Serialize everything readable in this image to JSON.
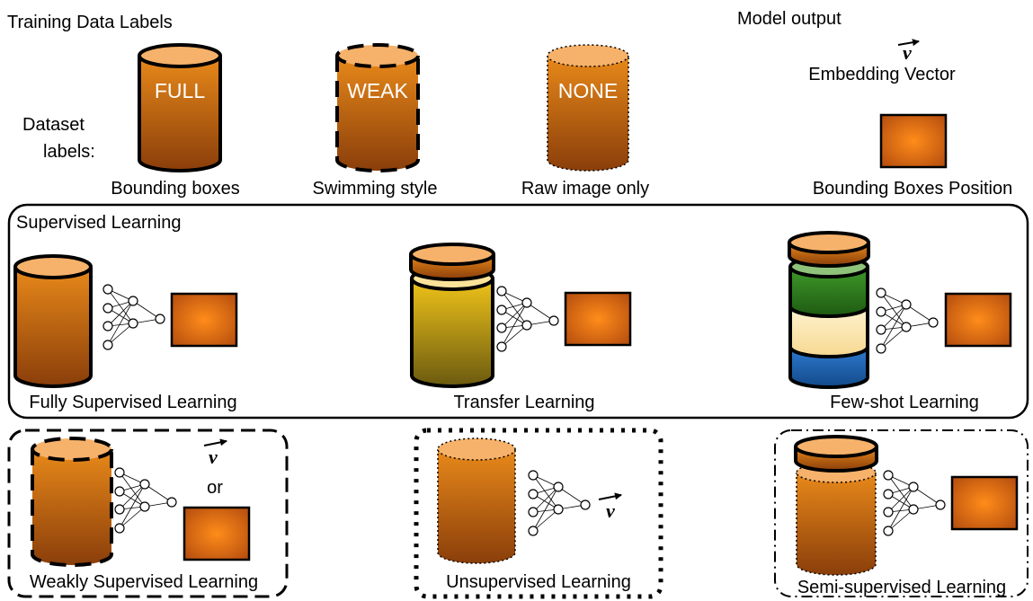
{
  "header": {
    "training_title": "Training Data Labels",
    "model_output_title": "Model output",
    "dataset_labels_line1": "Dataset",
    "dataset_labels_line2": "labels:"
  },
  "legend": {
    "full": {
      "cylinder_text": "FULL",
      "caption": "Bounding boxes"
    },
    "weak": {
      "cylinder_text": "WEAK",
      "caption": "Swimming style"
    },
    "none": {
      "cylinder_text": "NONE",
      "caption": "Raw image only"
    },
    "vector_symbol": "v",
    "embedding_caption": "Embedding Vector",
    "bbox_caption": "Bounding Boxes Position"
  },
  "supervised": {
    "title": "Supervised Learning",
    "fully": "Fully Supervised Learning",
    "transfer": "Transfer Learning",
    "fewshot": "Few-shot Learning"
  },
  "bottom": {
    "weakly": "Weakly Supervised Learning",
    "or_text": "or",
    "vector_symbol": "v",
    "unsupervised": "Unsupervised Learning",
    "semi": "Semi-supervised Learning"
  },
  "colors": {
    "cylinder_top": "#f6b26b",
    "cylinder_body_top": "#e8891a",
    "cylinder_body_bottom": "#8a3e0a",
    "box_center": "#ff8c1a",
    "box_edge": "#b8500f",
    "transfer_yellow_top": "#f0c419",
    "transfer_yellow_bottom": "#6b5a10",
    "fewshot_green": "#2e7d1e",
    "fewshot_cream": "#fde6a8",
    "fewshot_blue": "#1f64b0"
  }
}
